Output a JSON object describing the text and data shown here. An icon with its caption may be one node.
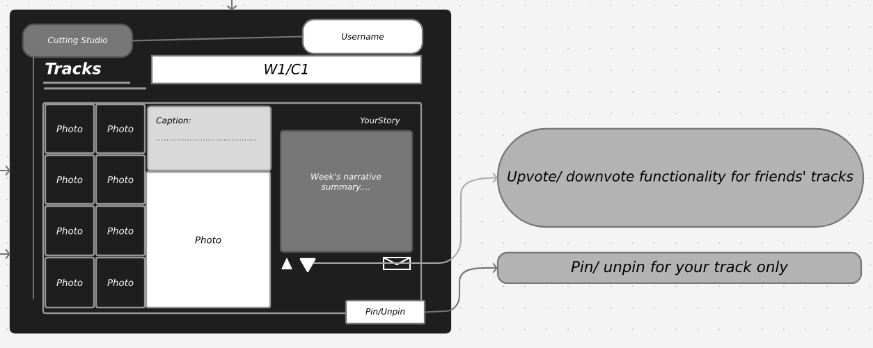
{
  "diagram": {
    "nodes": [
      {
        "text": [],
        "shape": "box"
      },
      {
        "text": [
          "Cutting Studio"
        ],
        "in": 0
      },
      {
        "text": [
          "Username"
        ],
        "in": 0
      },
      {
        "text": [
          "W1/C1"
        ],
        "in": 0
      },
      {
        "text": [],
        "shape": "box",
        "in": 0
      },
      {
        "text": [
          "Photo"
        ],
        "in": 4
      },
      {
        "text": [
          "Photo"
        ],
        "in": 4
      },
      {
        "text": [
          "Photo"
        ],
        "in": 4
      },
      {
        "text": [
          "Photo"
        ],
        "in": 4
      },
      {
        "text": [
          "Photo"
        ],
        "in": 4
      },
      {
        "text": [
          "Photo"
        ],
        "in": 4
      },
      {
        "text": [
          "Photo"
        ],
        "in": 4
      },
      {
        "text": [
          "Photo"
        ],
        "in": 4
      },
      {
        "text": [
          "Caption:"
        ],
        "in": 4
      },
      {
        "text": [
          "Photo"
        ],
        "in": 4
      },
      {
        "text": [
          "YourStory",
          "Week's narrative summary...."
        ],
        "in": 4
      },
      {
        "text": [],
        "shape": "triangle",
        "in": 4
      },
      {
        "text": [
          "Pin/Unpin"
        ],
        "in": 0
      },
      {
        "text": [
          "Upvote/ downvote functionality for friends' tracks"
        ]
      },
      {
        "text": [
          "Pin/ unpin for your track only"
        ]
      }
    ],
    "edges": [
      {
        "from": 1,
        "to": 2,
        "arrow": "none"
      },
      {
        "from": 16,
        "to": 18,
        "arrow": "to",
        "color": "#aaaaaa"
      },
      {
        "from": 17,
        "to": 19,
        "arrow": "to"
      },
      {
        "from": null,
        "to": 0,
        "arrow": "to"
      },
      {
        "from": null,
        "to": 0,
        "arrow": "to"
      },
      {
        "from": null,
        "to": 0,
        "arrow": "to"
      }
    ],
    "labels": [
      "Tracks"
    ]
  }
}
